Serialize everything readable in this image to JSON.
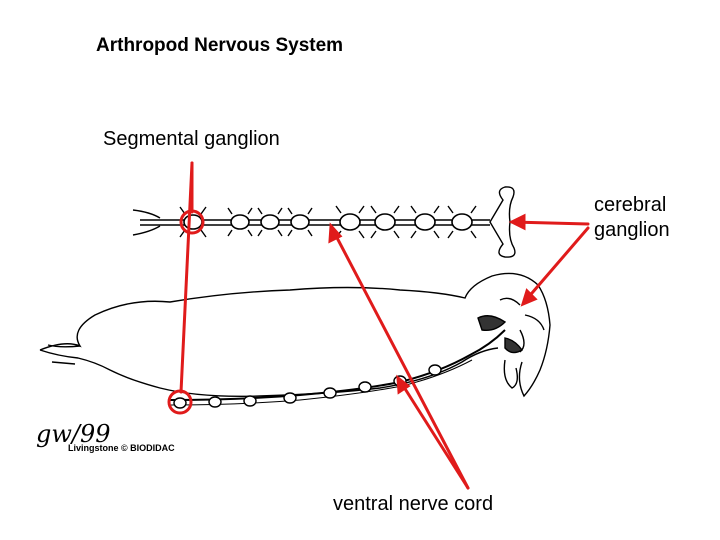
{
  "title": "Arthropod Nervous System",
  "labels": {
    "segmental_ganglion": "Segmental ganglion",
    "cerebral_ganglion_1": "cerebral",
    "cerebral_ganglion_2": "ganglion",
    "ventral_nerve_cord": "ventral nerve cord"
  },
  "credit": {
    "signature": "gw/99",
    "source": "Livingstone © BIODIDAC"
  },
  "colors": {
    "pointer": "#e01b1b",
    "drawing": "#000000"
  }
}
